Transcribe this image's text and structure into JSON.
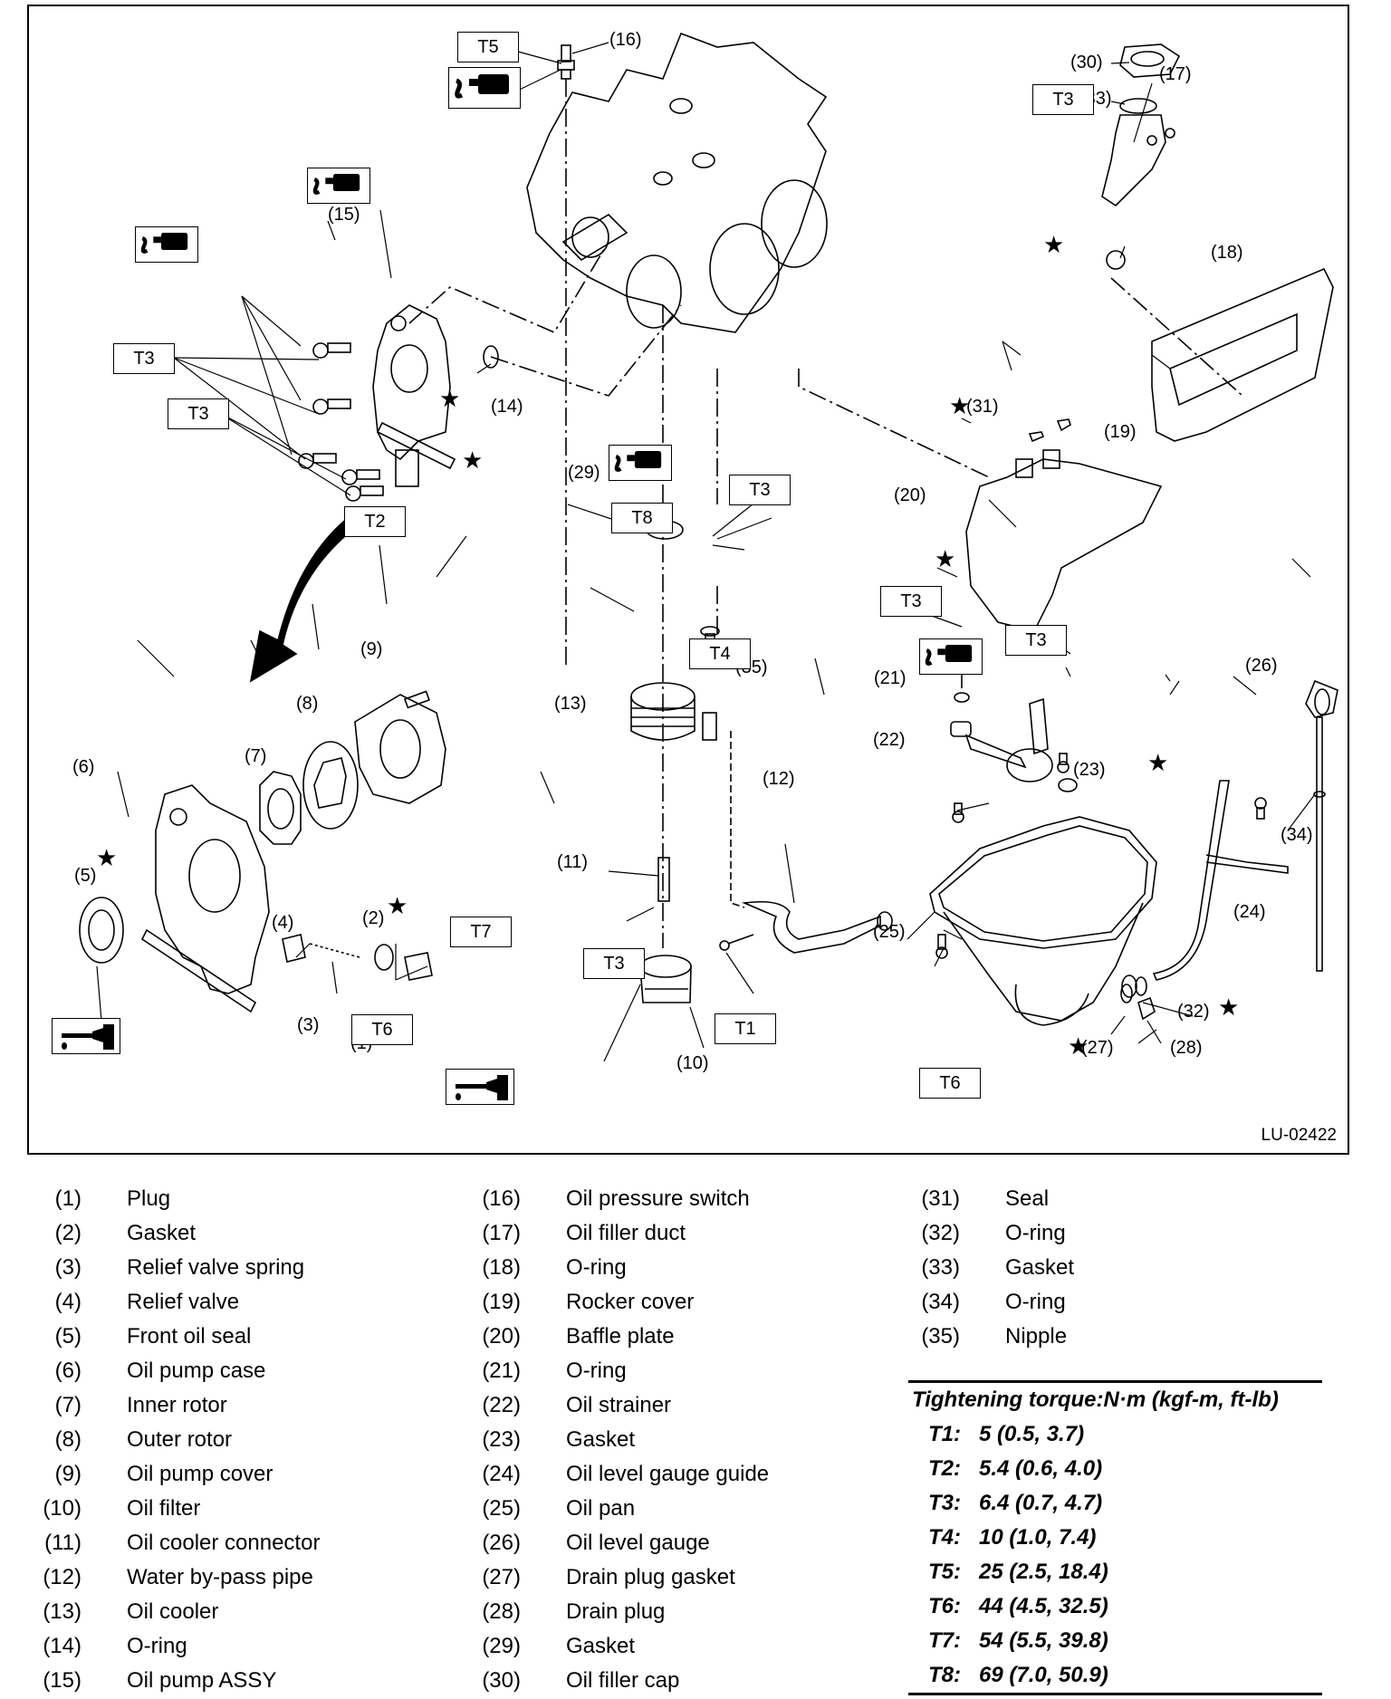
{
  "figure": {
    "id": "LU-02422",
    "callouts": [
      {
        "label": "(16)"
      },
      {
        "label": "(30)"
      },
      {
        "label": "(17)"
      },
      {
        "label": "(33)"
      },
      {
        "label": "(18)"
      },
      {
        "label": "(15)"
      },
      {
        "label": "(14)"
      },
      {
        "label": "(29)"
      },
      {
        "label": "(31)"
      },
      {
        "label": "(19)"
      },
      {
        "label": "(20)"
      },
      {
        "label": "(35)"
      },
      {
        "label": "(21)"
      },
      {
        "label": "(26)"
      },
      {
        "label": "(9)"
      },
      {
        "label": "(8)"
      },
      {
        "label": "(13)"
      },
      {
        "label": "(7)"
      },
      {
        "label": "(22)"
      },
      {
        "label": "(23)"
      },
      {
        "label": "(6)"
      },
      {
        "label": "(12)"
      },
      {
        "label": "(34)"
      },
      {
        "label": "(5)"
      },
      {
        "label": "(11)"
      },
      {
        "label": "(24)"
      },
      {
        "label": "(2)"
      },
      {
        "label": "(4)"
      },
      {
        "label": "(25)"
      },
      {
        "label": "(3)"
      },
      {
        "label": "(1)"
      },
      {
        "label": "(10)"
      },
      {
        "label": "(32)"
      },
      {
        "label": "(27)"
      },
      {
        "label": "(28)"
      }
    ],
    "torque_boxes": [
      {
        "label": "T5"
      },
      {
        "label": "T3"
      },
      {
        "label": "T3"
      },
      {
        "label": "T3"
      },
      {
        "label": "T3"
      },
      {
        "label": "T2"
      },
      {
        "label": "T8"
      },
      {
        "label": "T3"
      },
      {
        "label": "T4"
      },
      {
        "label": "T3"
      },
      {
        "label": "T7"
      },
      {
        "label": "T3"
      },
      {
        "label": "T6"
      },
      {
        "label": "T1"
      },
      {
        "label": "T6"
      }
    ],
    "icons": [
      "liquid-gasket-icon",
      "liquid-gasket-icon",
      "liquid-gasket-icon",
      "liquid-gasket-icon",
      "liquid-gasket-icon",
      "engine-oil-icon",
      "engine-oil-icon"
    ],
    "replace_marker": "★"
  },
  "legend": {
    "columns": [
      [
        {
          "num": "(1)",
          "name": "Plug"
        },
        {
          "num": "(2)",
          "name": "Gasket"
        },
        {
          "num": "(3)",
          "name": "Relief valve spring"
        },
        {
          "num": "(4)",
          "name": "Relief valve"
        },
        {
          "num": "(5)",
          "name": "Front oil seal"
        },
        {
          "num": "(6)",
          "name": "Oil pump case"
        },
        {
          "num": "(7)",
          "name": "Inner rotor"
        },
        {
          "num": "(8)",
          "name": "Outer rotor"
        },
        {
          "num": "(9)",
          "name": "Oil pump cover"
        },
        {
          "num": "(10)",
          "name": "Oil filter"
        },
        {
          "num": "(11)",
          "name": "Oil cooler connector"
        },
        {
          "num": "(12)",
          "name": "Water by-pass pipe"
        },
        {
          "num": "(13)",
          "name": "Oil cooler"
        },
        {
          "num": "(14)",
          "name": "O-ring"
        },
        {
          "num": "(15)",
          "name": "Oil pump ASSY"
        }
      ],
      [
        {
          "num": "(16)",
          "name": "Oil pressure switch"
        },
        {
          "num": "(17)",
          "name": "Oil filler duct"
        },
        {
          "num": "(18)",
          "name": "O-ring"
        },
        {
          "num": "(19)",
          "name": "Rocker cover"
        },
        {
          "num": "(20)",
          "name": "Baffle plate"
        },
        {
          "num": "(21)",
          "name": "O-ring"
        },
        {
          "num": "(22)",
          "name": "Oil strainer"
        },
        {
          "num": "(23)",
          "name": "Gasket"
        },
        {
          "num": "(24)",
          "name": "Oil level gauge guide"
        },
        {
          "num": "(25)",
          "name": "Oil pan"
        },
        {
          "num": "(26)",
          "name": "Oil level gauge"
        },
        {
          "num": "(27)",
          "name": "Drain plug gasket"
        },
        {
          "num": "(28)",
          "name": "Drain plug"
        },
        {
          "num": "(29)",
          "name": "Gasket"
        },
        {
          "num": "(30)",
          "name": "Oil filler cap"
        }
      ],
      [
        {
          "num": "(31)",
          "name": "Seal"
        },
        {
          "num": "(32)",
          "name": "O-ring"
        },
        {
          "num": "(33)",
          "name": "Gasket"
        },
        {
          "num": "(34)",
          "name": "O-ring"
        },
        {
          "num": "(35)",
          "name": "Nipple"
        }
      ]
    ]
  },
  "torque": {
    "title": "Tightening torque:N·m (kgf-m, ft-lb)",
    "rows": [
      {
        "code": "T1:",
        "value": "5 (0.5, 3.7)"
      },
      {
        "code": "T2:",
        "value": "5.4 (0.6, 4.0)"
      },
      {
        "code": "T3:",
        "value": "6.4 (0.7, 4.7)"
      },
      {
        "code": "T4:",
        "value": "10 (1.0, 7.4)"
      },
      {
        "code": "T5:",
        "value": "25 (2.5, 18.4)"
      },
      {
        "code": "T6:",
        "value": "44 (4.5, 32.5)"
      },
      {
        "code": "T7:",
        "value": "54 (5.5, 39.8)"
      },
      {
        "code": "T8:",
        "value": "69 (7.0, 50.9)"
      }
    ]
  }
}
